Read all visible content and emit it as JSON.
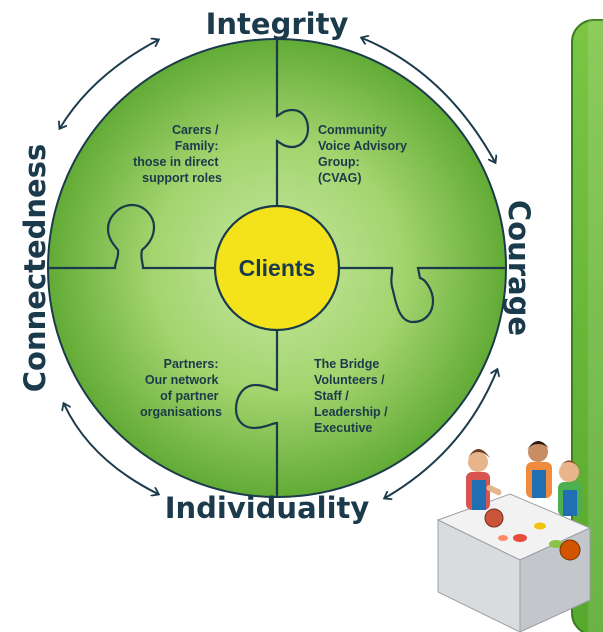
{
  "values": {
    "top": "Integrity",
    "right": "Courage",
    "bottom": "Individuality",
    "left": "Connectedness"
  },
  "center": "Clients",
  "pieces": {
    "top_left": [
      "Carers /",
      "Family:",
      "those in direct",
      "support roles"
    ],
    "top_right": [
      "Community",
      "Voice Advisory",
      "Group:",
      "(CVAG)"
    ],
    "bottom_left": [
      "Partners:",
      "Our network",
      "of partner",
      "organisations"
    ],
    "bottom_right": [
      "The Bridge",
      "Volunteers /",
      "Staff /",
      "Leadership /",
      "Executive"
    ]
  },
  "colors": {
    "circle_outer": "#6db33f",
    "circle_inner": "#b5dd8a",
    "center_fill": "#f4e31b",
    "outline": "#1b3a4b",
    "panel": "#6cba3c"
  },
  "illustration": "people-cooking-at-table-illustration"
}
